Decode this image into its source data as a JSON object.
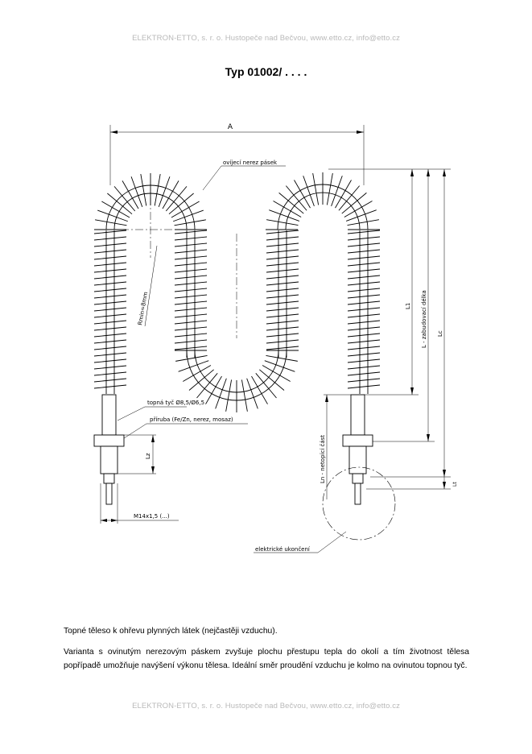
{
  "header": {
    "company_line": "ELEKTRON-ETTO, s. r. o. Hustopeče nad Bečvou, www.etto.cz, info@etto.cz"
  },
  "title": "Typ 01002/ . . . .",
  "drawing": {
    "labels": {
      "A": "A",
      "tape": "ovíjecí nerez pásek",
      "radius": "Rmin=8mm",
      "rod": "topná tyč Ø8,5/Ø6,5",
      "flange": "příruba (Fe/Zn, nerez, mosaz)",
      "lz": "Lz",
      "thread": "M14x1,5 (...)",
      "l1": "L1",
      "l_heated": "L - zabudovací délka",
      "lc": "Lc",
      "ln": "Ln - netopící část",
      "lt": "Lt",
      "termination": "elektrické ukončení"
    }
  },
  "description": {
    "line1": "Topné těleso k ohřevu plynných látek (nejčastěji vzduchu).",
    "paragraph": "Varianta s ovinutým nerezovým páskem zvyšuje plochu přestupu tepla do okolí a tím životnost tělesa popřípadě umožňuje navýšení výkonu tělesa. Ideální směr proudění vzduchu je kolmo na ovinutou topnou tyč."
  },
  "footer": {
    "company_line": "ELEKTRON-ETTO, s. r. o. Hustopeče nad Bečvou, www.etto.cz, info@etto.cz"
  }
}
